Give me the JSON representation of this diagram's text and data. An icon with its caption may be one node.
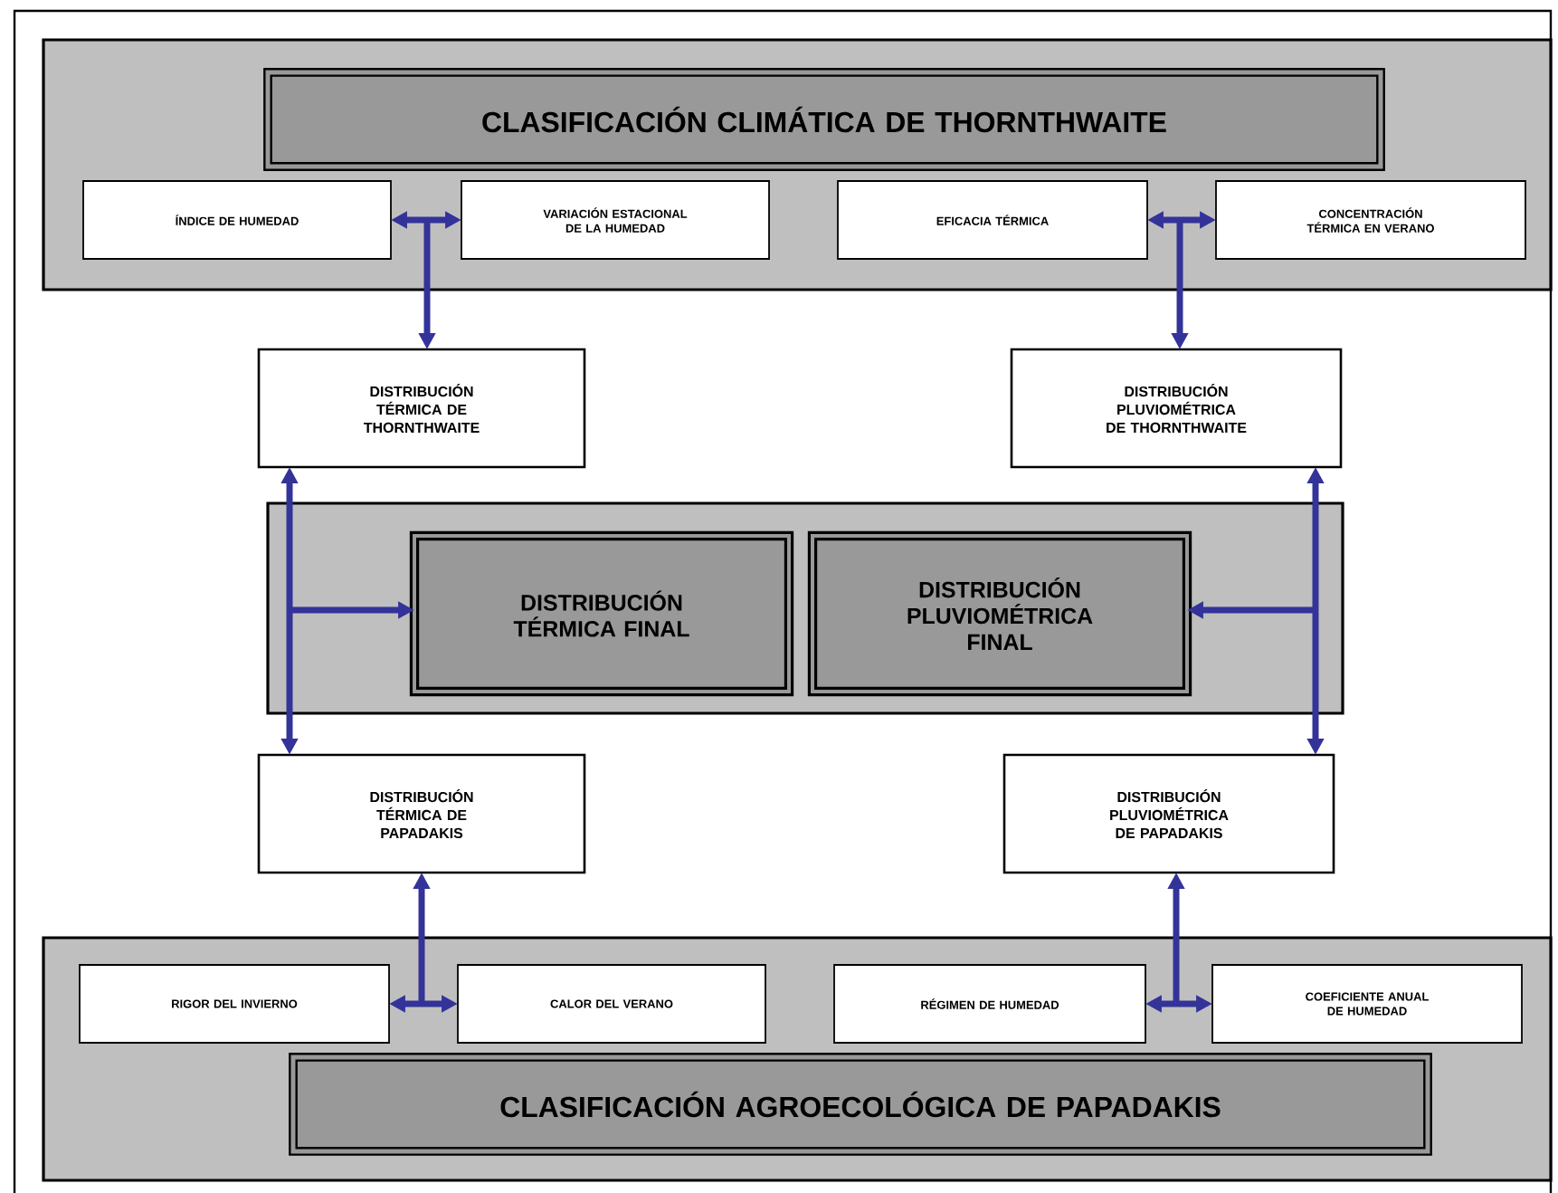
{
  "diagram": {
    "nodes": [
      {
        "text": [],
        "shape": "box"
      },
      {
        "text": [
          "CLASIFICACIÓN CLIMÁTICA DE THORNTHWAITE"
        ],
        "in": 0
      },
      {
        "text": [
          "ÍNDICE DE HUMEDAD"
        ],
        "in": 0
      },
      {
        "text": [
          "VARIACIÓN ESTACIONAL DE LA HUMEDAD"
        ],
        "in": 0
      },
      {
        "text": [
          "EFICACIA TÉRMICA"
        ],
        "in": 0
      },
      {
        "text": [
          "CONCENTRACIÓN TÉRMICA EN VERANO"
        ],
        "in": 0
      },
      {
        "text": [
          "DISTRIBUCIÓN TÉRMICA DE THORNTHWAITE"
        ]
      },
      {
        "text": [
          "DISTRIBUCIÓN PLUVIOMÉTRICA DE THORNTHWAITE"
        ]
      },
      {
        "text": [],
        "shape": "box"
      },
      {
        "text": [
          "DISTRIBUCIÓN TÉRMICA FINAL"
        ],
        "in": 8
      },
      {
        "text": [
          "DISTRIBUCIÓN PLUVIOMÉTRICA FINAL"
        ],
        "in": 8
      },
      {
        "text": [
          "DISTRIBUCIÓN TÉRMICA DE PAPADAKIS"
        ]
      },
      {
        "text": [
          "DISTRIBUCIÓN PLUVIOMÉTRICA DE PAPADAKIS"
        ]
      },
      {
        "text": [],
        "shape": "box"
      },
      {
        "text": [
          "RIGOR DEL INVIERNO"
        ],
        "in": 13
      },
      {
        "text": [
          "CALOR DEL VERANO"
        ],
        "in": 13
      },
      {
        "text": [
          "RÉGIMEN DE HUMEDAD"
        ],
        "in": 13
      },
      {
        "text": [
          "COEFICIENTE ANUAL DE HUMEDAD"
        ],
        "in": 13
      },
      {
        "text": [
          "CLASIFICACIÓN AGROECOLÓGICA DE PAPADAKIS"
        ],
        "in": 13
      }
    ],
    "edges": [
      {
        "from": 2,
        "to": 3,
        "arrow": "both"
      },
      {
        "from": null,
        "to": 6,
        "arrow": "to"
      },
      {
        "from": 4,
        "to": 5,
        "arrow": "both"
      },
      {
        "from": null,
        "to": 7,
        "arrow": "to"
      },
      {
        "from": 6,
        "to": 11,
        "arrow": "both"
      },
      {
        "from": null,
        "to": 9,
        "arrow": "to"
      },
      {
        "from": 7,
        "to": 12,
        "arrow": "both"
      },
      {
        "from": null,
        "to": 10,
        "arrow": "to"
      },
      {
        "from": 14,
        "to": 15,
        "arrow": "both"
      },
      {
        "from": null,
        "to": 11,
        "arrow": "to"
      },
      {
        "from": 16,
        "to": 17,
        "arrow": "both"
      },
      {
        "from": null,
        "to": 12,
        "arrow": "to"
      }
    ]
  }
}
